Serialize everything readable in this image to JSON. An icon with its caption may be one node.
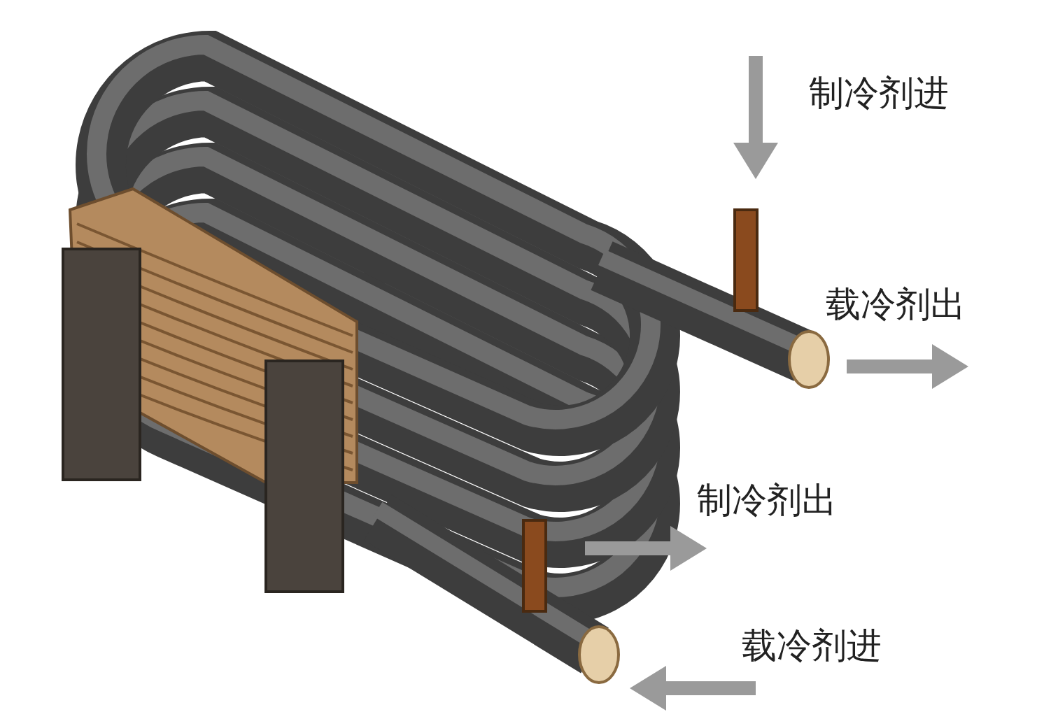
{
  "diagram": {
    "labels": [
      "制冷剂进",
      "载冷剂出",
      "制冷剂出",
      "载冷剂进"
    ]
  }
}
